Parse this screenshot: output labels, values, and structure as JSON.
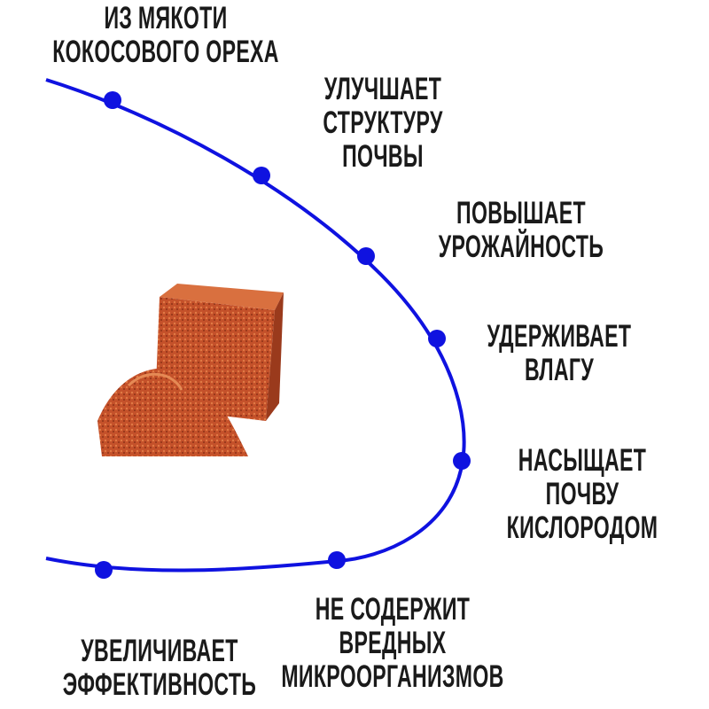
{
  "colors": {
    "curve": "#0f12e0",
    "text": "#1a1a1a",
    "coir": "#c4512a"
  },
  "product_image": "coconut-coir-block",
  "labels": [
    {
      "lines": [
        "ИЗ МЯКОТИ",
        "КОКОСОВОГО ОРЕХА"
      ]
    },
    {
      "lines": [
        "УЛУЧШАЕТ",
        "СТРУКТУРУ",
        "ПОЧВЫ"
      ]
    },
    {
      "lines": [
        "ПОВЫШАЕТ",
        "УРОЖАЙНОСТЬ"
      ]
    },
    {
      "lines": [
        "УДЕРЖИВАЕТ",
        "ВЛАГУ"
      ]
    },
    {
      "lines": [
        "НАСЫЩАЕТ",
        "ПОЧВУ",
        "КИСЛОРОДОМ"
      ]
    },
    {
      "lines": [
        "НЕ СОДЕРЖИТ",
        "ВРЕДНЫХ",
        "МИКРООРГАНИЗМОВ"
      ]
    },
    {
      "lines": [
        "УВЕЛИЧИВАЕТ",
        "ЭФФЕКТИВНОСТЬ"
      ]
    }
  ]
}
